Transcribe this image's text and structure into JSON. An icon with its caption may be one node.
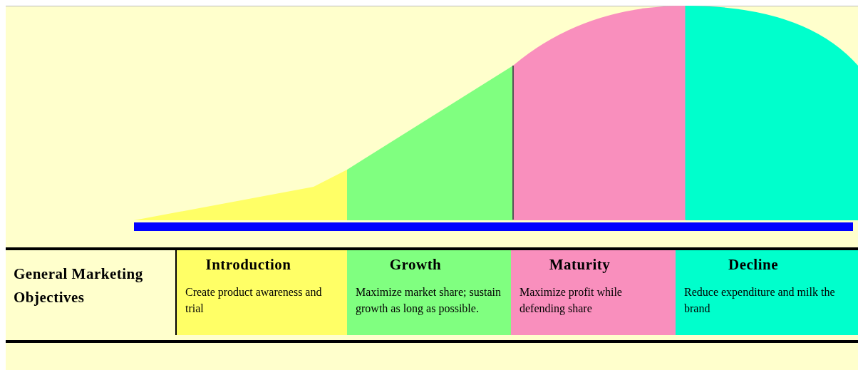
{
  "diagram": {
    "nodes": [
      {
        "text": [
          "Introduction",
          "Create product awareness and trial"
        ]
      },
      {
        "text": [
          "Growth",
          "Maximize market share; sustain growth as long as possible."
        ]
      },
      {
        "text": [
          "Maturity",
          "Maximize profit while defending share"
        ]
      },
      {
        "text": [
          "Decline",
          "Reduce expenditure and milk the brand"
        ]
      }
    ],
    "edges": [],
    "labels": [
      "General Marketing Objectives"
    ]
  }
}
